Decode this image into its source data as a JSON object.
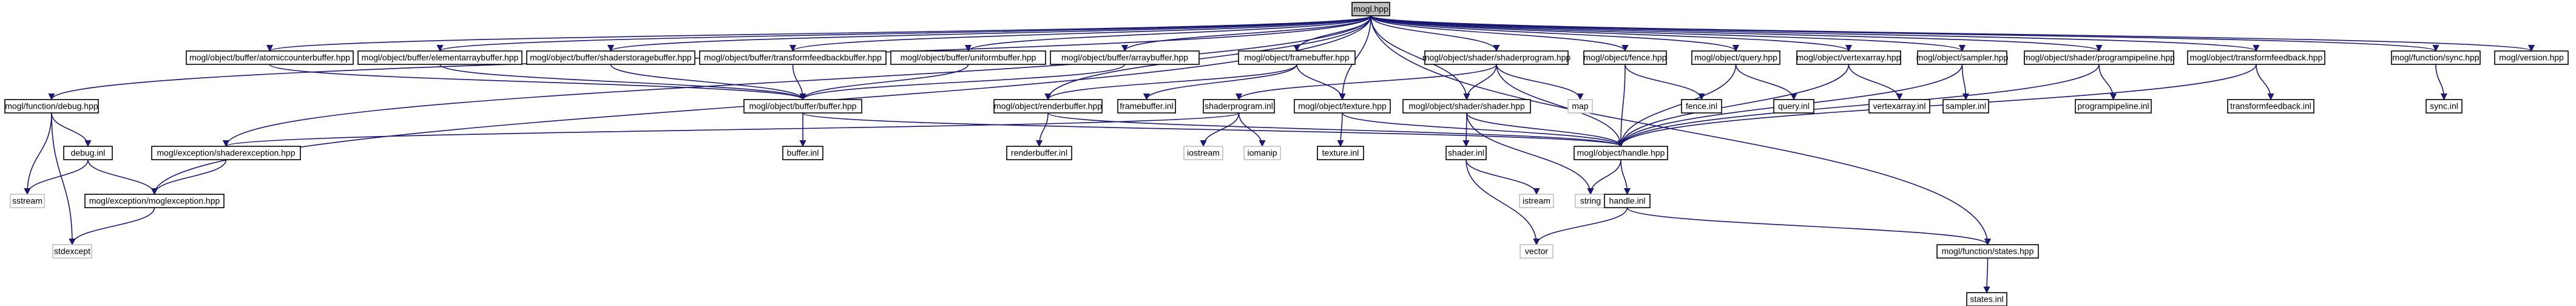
{
  "nodes": [
    {
      "id": "root",
      "label": "mogl.hpp",
      "kind": "root"
    },
    {
      "id": "acb",
      "label": "mogl/object/buffer/atomiccounterbuffer.hpp",
      "kind": "internal"
    },
    {
      "id": "eab",
      "label": "mogl/object/buffer/elementarraybuffer.hpp",
      "kind": "internal"
    },
    {
      "id": "ssb",
      "label": "mogl/object/buffer/shaderstoragebuffer.hpp",
      "kind": "internal"
    },
    {
      "id": "tfb",
      "label": "mogl/object/buffer/transformfeedbackbuffer.hpp",
      "kind": "internal"
    },
    {
      "id": "ub",
      "label": "mogl/object/buffer/uniformbuffer.hpp",
      "kind": "internal"
    },
    {
      "id": "ab",
      "label": "mogl/object/buffer/arraybuffer.hpp",
      "kind": "internal"
    },
    {
      "id": "fbuf",
      "label": "mogl/object/framebuffer.hpp",
      "kind": "internal"
    },
    {
      "id": "shprog",
      "label": "mogl/object/shader/shaderprogram.hpp",
      "kind": "internal"
    },
    {
      "id": "fence",
      "label": "mogl/object/fence.hpp",
      "kind": "internal"
    },
    {
      "id": "query",
      "label": "mogl/object/query.hpp",
      "kind": "internal"
    },
    {
      "id": "va",
      "label": "mogl/object/vertexarray.hpp",
      "kind": "internal"
    },
    {
      "id": "sampler",
      "label": "mogl/object/sampler.hpp",
      "kind": "internal"
    },
    {
      "id": "pp",
      "label": "mogl/object/shader/programpipeline.hpp",
      "kind": "internal"
    },
    {
      "id": "tf",
      "label": "mogl/object/transformfeedback.hpp",
      "kind": "internal"
    },
    {
      "id": "sync",
      "label": "mogl/function/sync.hpp",
      "kind": "internal"
    },
    {
      "id": "version",
      "label": "mogl/version.hpp",
      "kind": "internal"
    },
    {
      "id": "debug",
      "label": "mogl/function/debug.hpp",
      "kind": "internal"
    },
    {
      "id": "buffer",
      "label": "mogl/object/buffer/buffer.hpp",
      "kind": "internal"
    },
    {
      "id": "rbuf",
      "label": "mogl/object/renderbuffer.hpp",
      "kind": "internal"
    },
    {
      "id": "fbinl",
      "label": "framebuffer.inl",
      "kind": "internal"
    },
    {
      "id": "shpinl",
      "label": "shaderprogram.inl",
      "kind": "internal"
    },
    {
      "id": "texture",
      "label": "mogl/object/texture.hpp",
      "kind": "internal"
    },
    {
      "id": "shader",
      "label": "mogl/object/shader/shader.hpp",
      "kind": "internal"
    },
    {
      "id": "map",
      "label": "map",
      "kind": "external"
    },
    {
      "id": "fenceinl",
      "label": "fence.inl",
      "kind": "internal"
    },
    {
      "id": "queryinl",
      "label": "query.inl",
      "kind": "internal"
    },
    {
      "id": "vainl",
      "label": "vertexarray.inl",
      "kind": "internal"
    },
    {
      "id": "samplerinl",
      "label": "sampler.inl",
      "kind": "internal"
    },
    {
      "id": "ppinl",
      "label": "programpipeline.inl",
      "kind": "internal"
    },
    {
      "id": "tfinl",
      "label": "transformfeedback.inl",
      "kind": "internal"
    },
    {
      "id": "syncinl",
      "label": "sync.inl",
      "kind": "internal"
    },
    {
      "id": "debuginl",
      "label": "debug.inl",
      "kind": "internal"
    },
    {
      "id": "shexc",
      "label": "mogl/exception/shaderexception.hpp",
      "kind": "internal"
    },
    {
      "id": "handle",
      "label": "mogl/object/handle.hpp",
      "kind": "internal"
    },
    {
      "id": "bufferinl",
      "label": "buffer.inl",
      "kind": "internal"
    },
    {
      "id": "rbufinl",
      "label": "renderbuffer.inl",
      "kind": "internal"
    },
    {
      "id": "iostream",
      "label": "iostream",
      "kind": "external"
    },
    {
      "id": "iomanip",
      "label": "iomanip",
      "kind": "external"
    },
    {
      "id": "textureinl",
      "label": "texture.inl",
      "kind": "internal"
    },
    {
      "id": "shaderinl",
      "label": "shader.inl",
      "kind": "internal"
    },
    {
      "id": "sstream",
      "label": "sstream",
      "kind": "external"
    },
    {
      "id": "moglexc",
      "label": "mogl/exception/moglexception.hpp",
      "kind": "internal"
    },
    {
      "id": "istream",
      "label": "istream",
      "kind": "external"
    },
    {
      "id": "string",
      "label": "string",
      "kind": "external"
    },
    {
      "id": "handleinl",
      "label": "handle.inl",
      "kind": "internal"
    },
    {
      "id": "stdexcept",
      "label": "stdexcept",
      "kind": "external"
    },
    {
      "id": "vector",
      "label": "vector",
      "kind": "external"
    },
    {
      "id": "states",
      "label": "mogl/function/states.hpp",
      "kind": "internal"
    },
    {
      "id": "statesinl",
      "label": "states.inl",
      "kind": "internal"
    }
  ],
  "edges": [
    [
      "root",
      "acb"
    ],
    [
      "root",
      "eab"
    ],
    [
      "root",
      "ssb"
    ],
    [
      "root",
      "tfb"
    ],
    [
      "root",
      "ub"
    ],
    [
      "root",
      "ab"
    ],
    [
      "root",
      "fbuf"
    ],
    [
      "root",
      "shprog"
    ],
    [
      "root",
      "fence"
    ],
    [
      "root",
      "query"
    ],
    [
      "root",
      "va"
    ],
    [
      "root",
      "sampler"
    ],
    [
      "root",
      "pp"
    ],
    [
      "root",
      "tf"
    ],
    [
      "root",
      "sync"
    ],
    [
      "root",
      "version"
    ],
    [
      "root",
      "debug"
    ],
    [
      "root",
      "rbuf"
    ],
    [
      "root",
      "texture"
    ],
    [
      "root",
      "shader"
    ],
    [
      "root",
      "shexc"
    ],
    [
      "root",
      "moglexc"
    ],
    [
      "root",
      "states"
    ],
    [
      "acb",
      "buffer"
    ],
    [
      "eab",
      "buffer"
    ],
    [
      "ssb",
      "buffer"
    ],
    [
      "tfb",
      "buffer"
    ],
    [
      "ub",
      "buffer"
    ],
    [
      "ab",
      "buffer"
    ],
    [
      "buffer",
      "handle"
    ],
    [
      "buffer",
      "bufferinl"
    ],
    [
      "fbuf",
      "rbuf"
    ],
    [
      "fbuf",
      "fbinl"
    ],
    [
      "fbuf",
      "texture"
    ],
    [
      "rbuf",
      "handle"
    ],
    [
      "rbuf",
      "rbufinl"
    ],
    [
      "texture",
      "handle"
    ],
    [
      "texture",
      "textureinl"
    ],
    [
      "shprog",
      "shpinl"
    ],
    [
      "shprog",
      "shader"
    ],
    [
      "shprog",
      "map"
    ],
    [
      "shprog",
      "handle"
    ],
    [
      "shpinl",
      "shexc"
    ],
    [
      "shpinl",
      "iostream"
    ],
    [
      "shpinl",
      "iomanip"
    ],
    [
      "shader",
      "shaderinl"
    ],
    [
      "shader",
      "handle"
    ],
    [
      "shader",
      "string"
    ],
    [
      "shaderinl",
      "istream"
    ],
    [
      "shaderinl",
      "vector"
    ],
    [
      "fence",
      "fenceinl"
    ],
    [
      "fence",
      "handle"
    ],
    [
      "query",
      "queryinl"
    ],
    [
      "query",
      "handle"
    ],
    [
      "va",
      "vainl"
    ],
    [
      "va",
      "handle"
    ],
    [
      "sampler",
      "samplerinl"
    ],
    [
      "sampler",
      "handle"
    ],
    [
      "pp",
      "ppinl"
    ],
    [
      "pp",
      "handle"
    ],
    [
      "tf",
      "tfinl"
    ],
    [
      "tf",
      "handle"
    ],
    [
      "sync",
      "syncinl"
    ],
    [
      "debug",
      "debuginl"
    ],
    [
      "debug",
      "sstream"
    ],
    [
      "debug",
      "stdexcept"
    ],
    [
      "debuginl",
      "sstream"
    ],
    [
      "debuginl",
      "moglexc"
    ],
    [
      "shexc",
      "moglexc"
    ],
    [
      "moglexc",
      "stdexcept"
    ],
    [
      "handle",
      "string"
    ],
    [
      "handle",
      "handleinl"
    ],
    [
      "handleinl",
      "vector"
    ],
    [
      "handleinl",
      "states"
    ],
    [
      "states",
      "statesinl"
    ]
  ]
}
